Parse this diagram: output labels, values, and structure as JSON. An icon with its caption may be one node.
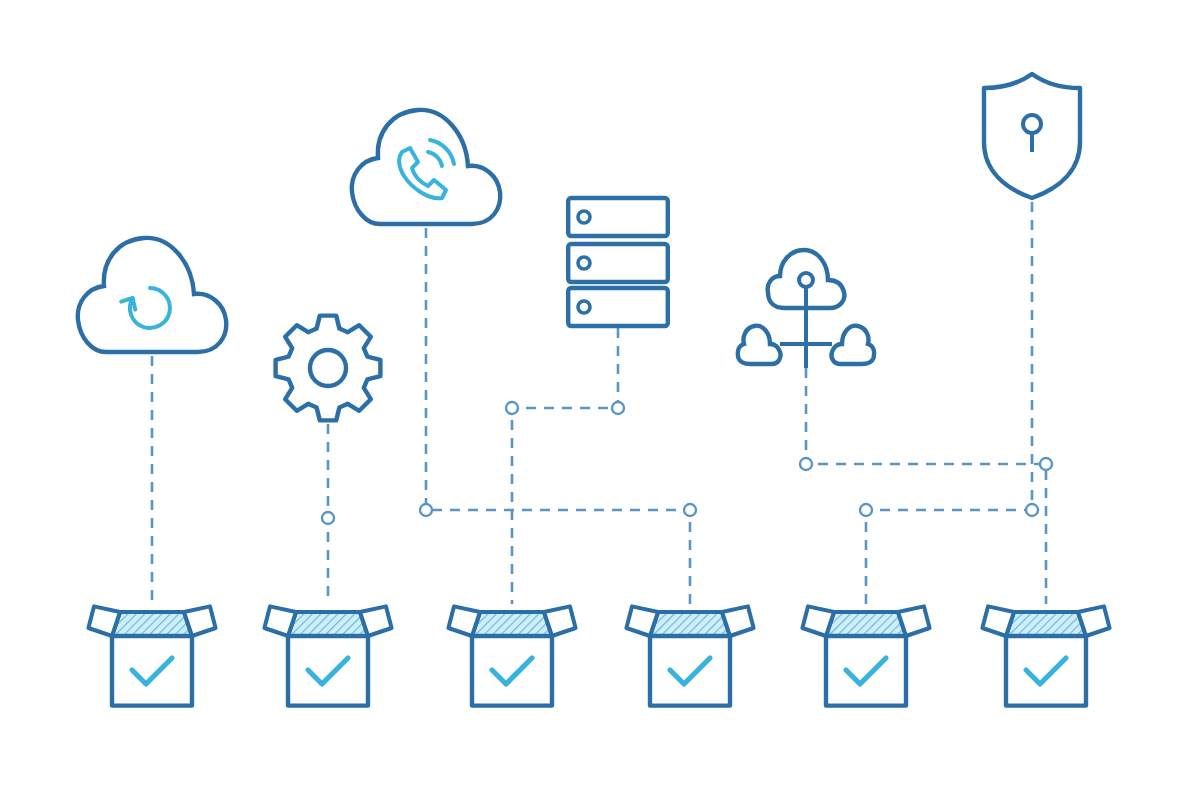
{
  "diagram": {
    "nodes": [
      {
        "text": [],
        "shape": "cloud"
      },
      {
        "text": [],
        "shape": "picture"
      },
      {
        "text": [],
        "shape": "cloud"
      },
      {
        "text": [],
        "shape": "picture"
      },
      {
        "text": [],
        "shape": "picture"
      },
      {
        "text": [],
        "shape": "picture"
      },
      {
        "text": [],
        "shape": "picture"
      },
      {
        "text": [],
        "shape": "picture"
      },
      {
        "text": [],
        "shape": "picture"
      },
      {
        "text": [],
        "shape": "picture"
      },
      {
        "text": [],
        "shape": "picture"
      },
      {
        "text": [],
        "shape": "picture"
      }
    ],
    "edges": [
      {
        "from": 0,
        "to": 6,
        "arrow": "none",
        "style": "dashed"
      },
      {
        "from": 1,
        "to": 7,
        "arrow": "none",
        "style": "dashed"
      },
      {
        "from": 2,
        "to": 9,
        "arrow": "none",
        "style": "dashed"
      },
      {
        "from": 3,
        "to": 8,
        "arrow": "none",
        "style": "dashed"
      },
      {
        "from": 4,
        "to": 11,
        "arrow": "none",
        "style": "dashed"
      },
      {
        "from": 5,
        "to": 10,
        "arrow": "none",
        "style": "dashed"
      }
    ]
  }
}
